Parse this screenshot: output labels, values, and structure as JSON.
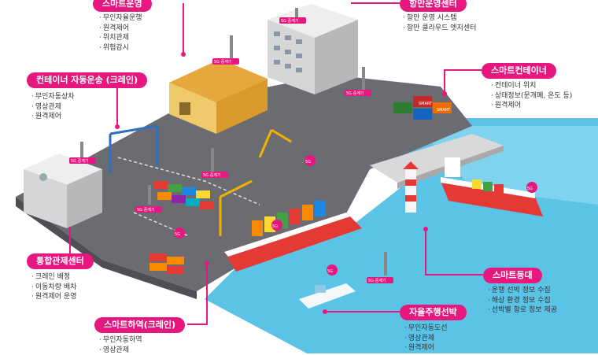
{
  "callouts": {
    "smart_operation": {
      "title": "스마트운영",
      "items": [
        "무인자율운행",
        "원격제어",
        "위치관제",
        "위험감시"
      ]
    },
    "port_ops_center": {
      "title": "항만운영센터",
      "items": [
        "항만 운영 시스템",
        "항만 클라우드 엣지센터"
      ]
    },
    "container_transport": {
      "title": "컨테이너 자동운송 (크레인)",
      "items": [
        "무인자동상차",
        "영상관제",
        "원격제어"
      ]
    },
    "smart_container": {
      "title": "스마트컨테이너",
      "items": [
        "컨테이너 위치",
        "상태정보(문개폐, 온도 등)",
        "원격제어"
      ]
    },
    "control_center": {
      "title": "통합관제센터",
      "items": [
        "크레인 배정",
        "이동차량 배차",
        "원격제어 운영"
      ]
    },
    "smart_unloading": {
      "title": "스마트하역(크레인)",
      "items": [
        "무인자동하역",
        "영상관제"
      ]
    },
    "smart_lighthouse": {
      "title": "스마트등대",
      "items": [
        "운행 선박 정보 수집",
        "해상 환경 정보 수집",
        "선박별 항로 정보 제공"
      ]
    },
    "autonomous_ship": {
      "title": "자율주행선박",
      "items": [
        "무인자동도선",
        "영상관제",
        "원격제어"
      ]
    }
  },
  "tags": {
    "relay": "5G 중계기",
    "fiveg": "5G",
    "smart": "SMART"
  },
  "colors": {
    "accent": "#e6177e",
    "water": "#5bc3e6",
    "ground": "#6b6b72",
    "pier": "#d9d9d9"
  }
}
